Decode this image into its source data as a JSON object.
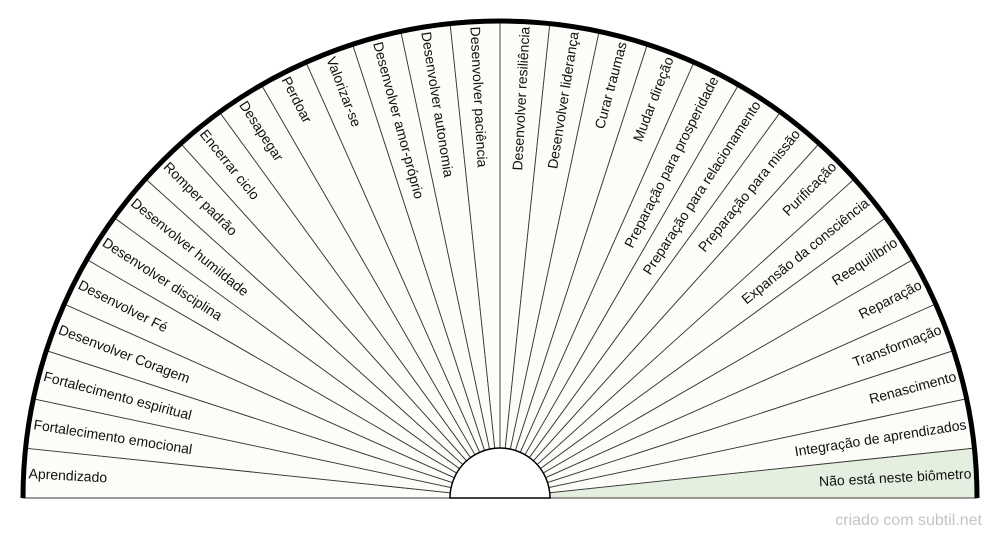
{
  "biometer": {
    "segments": [
      "Aprendizado",
      "Fortalecimento emocional",
      "Fortalecimento espiritual",
      "Desenvolver Coragem",
      "Desenvolver Fé",
      "Desenvolver disciplina",
      "Desenvolver humildade",
      "Romper padrão",
      "Encerrar ciclo",
      "Desapegar",
      "Perdoar",
      "Valorizar-se",
      "Desenvolver amor-próprio",
      "Desenvolver autonomia",
      "Desenvolver paciência",
      "Desenvolver resiliência",
      "Desenvolver liderança",
      "Curar traumas",
      "Mudar direção",
      "Preparação para prosperidade",
      "Preparação para relacionamento",
      "Preparação para missão",
      "Purificação",
      "Expansão da consciência",
      "Reequilíbrio",
      "Reparação",
      "Transformação",
      "Renascimento",
      "Integração de aprendizados",
      "Não está neste biômetro"
    ],
    "highlight_segment": "Não está neste biômetro",
    "colors": {
      "segment_fill": "#fcfcf9",
      "highlight_fill": "#e4efe0",
      "outline": "#000000",
      "divider": "#3a3a3a"
    }
  },
  "footer": {
    "credit": "criado com subtil.net"
  }
}
